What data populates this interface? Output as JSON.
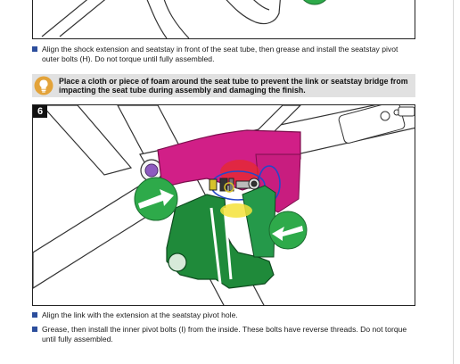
{
  "instructions": {
    "step1_text": "Align the shock extension and seatstay in front of the seat tube, then grease and install the seatstay pivot outer bolts (H). Do not torque until fully assembled.",
    "tip_text": "Place a cloth or piece of foam around the seat tube to prevent the link or seatstay bridge from impacting the seat tube during assembly and damaging the finish.",
    "step_number": "6",
    "step2_text": "Align the link with the extension at the seatstay pivot hole.",
    "step3_text": "Grease, then install the inner pivot bolts (I) from the inside. These bolts have reverse threads. Do not torque until fully assembled."
  },
  "icons": {
    "tip": "lightbulb-icon",
    "bullet": "square-bullet",
    "arrow": "green-arrow-icon"
  },
  "colors": {
    "bullet_blue": "#2c4e9c",
    "tip_background": "#e1e1e1",
    "seatstay_magenta": "#d11f87",
    "link_green": "#1f8a3a",
    "arrow_green": "#2eaa4a",
    "bulb_orange": "#e3a33a"
  }
}
